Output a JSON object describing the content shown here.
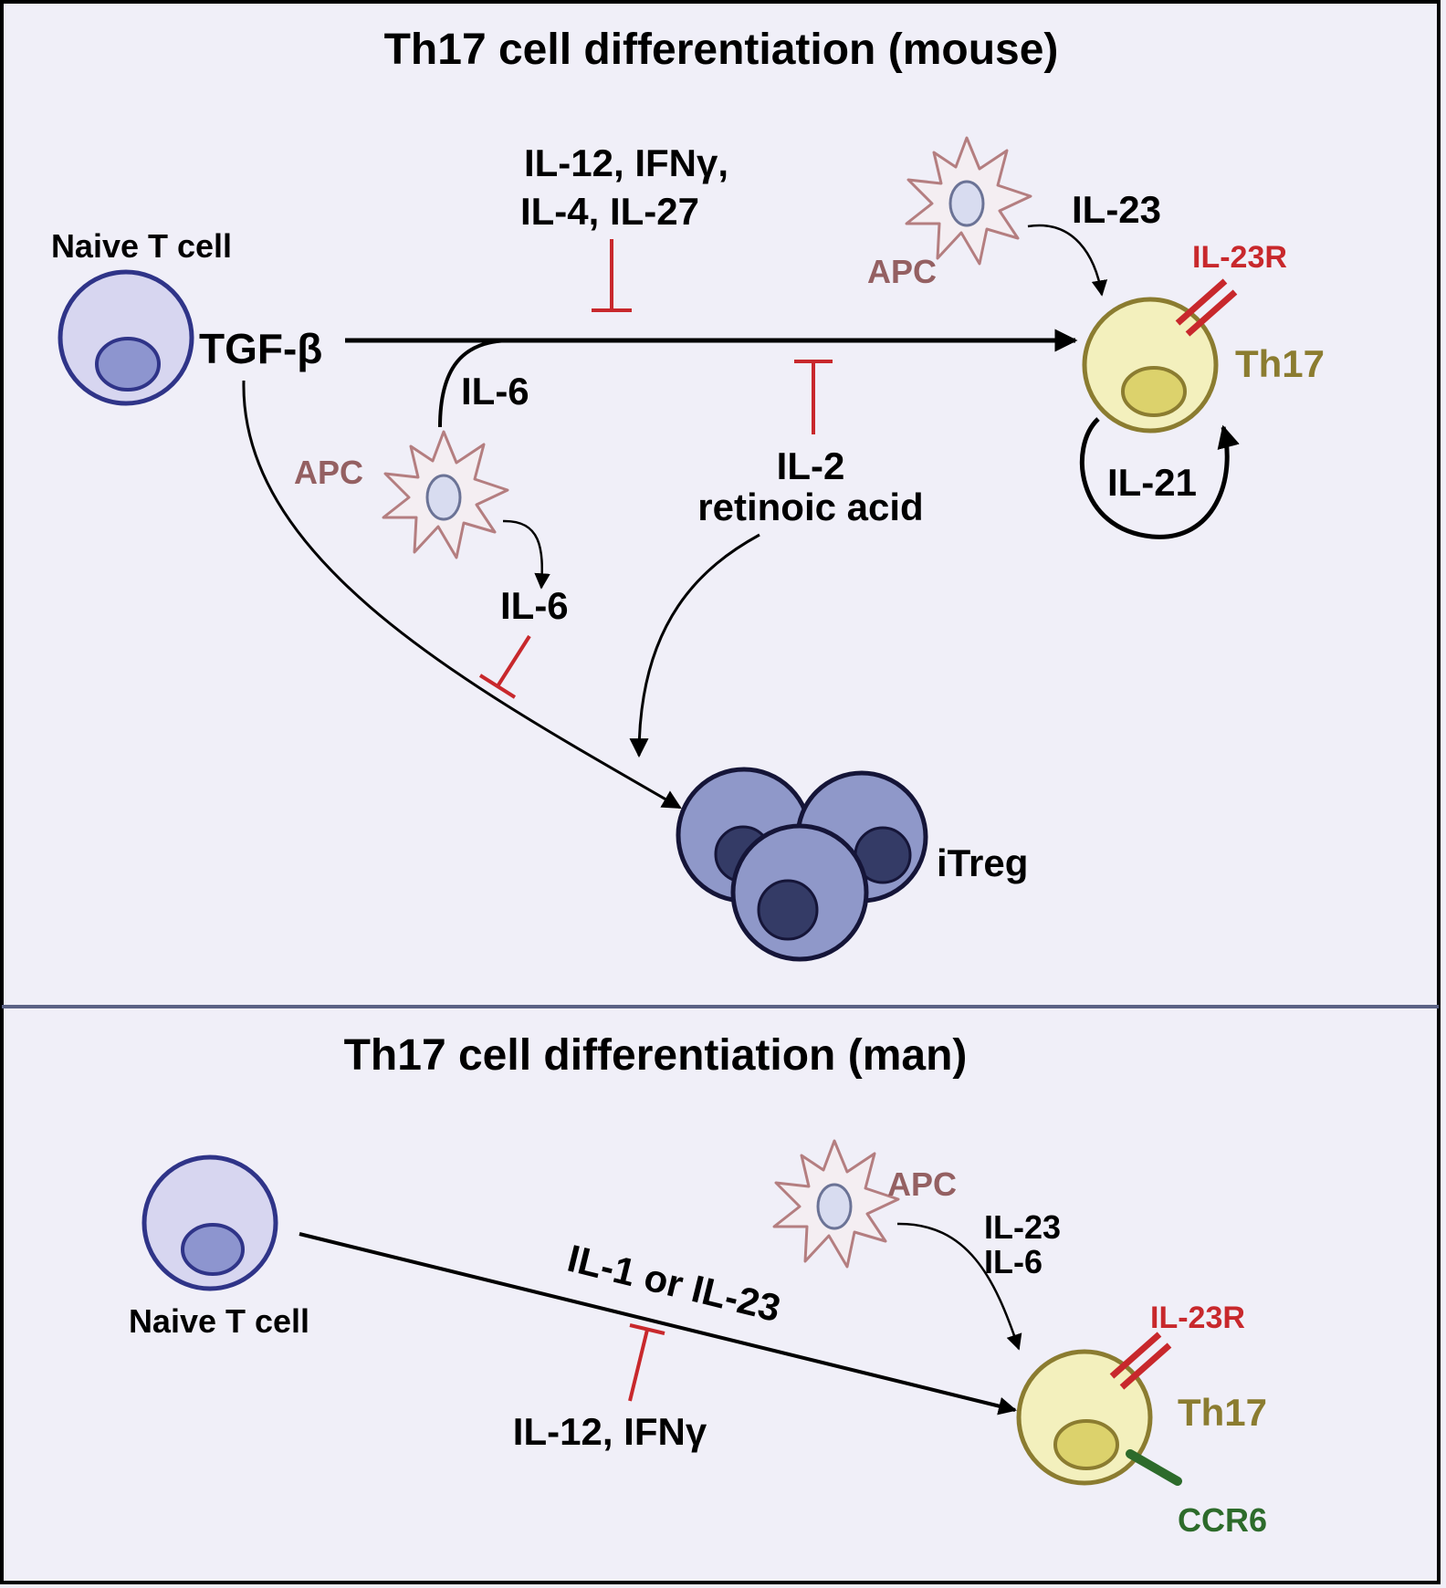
{
  "colors": {
    "panel_bg": "#f0eff8",
    "border": "#000000",
    "divider": "#5b6285",
    "naive_fill": "#d7d6f0",
    "naive_stroke": "#2f3488",
    "naive_nucleus": "#8d95cf",
    "treg_fill": "#8f98c9",
    "treg_stroke": "#151538",
    "treg_nucleus": "#343b66",
    "th17_fill": "#f3f0bd",
    "th17_stroke": "#8b7c30",
    "th17_nucleus": "#dcd26c",
    "th17_text": "#8b7c30",
    "apc_fill": "#f4eef2",
    "apc_stroke": "#b47e80",
    "apc_nucleus_fill": "#d8dcf0",
    "apc_nucleus_stroke": "#6b7396",
    "apc_text": "#946062",
    "inhibit": "#c8282c",
    "receptor": "#c8282c",
    "ccr6": "#2d6b2b",
    "arrow": "#000000"
  },
  "mouse": {
    "title": "Th17 cell differentiation (mouse)",
    "naive_label": "Naive T cell",
    "tgf_label": "TGF-β",
    "inhibitors_line1": "IL-12, IFNγ,",
    "inhibitors_line2": "IL-4, IL-27",
    "il6_top": "IL-6",
    "il6_bottom": "IL-6",
    "apc_left": "APC",
    "apc_right": "APC",
    "il23": "IL-23",
    "il23r": "IL-23R",
    "th17": "Th17",
    "il21": "IL-21",
    "il2_line1": "IL-2",
    "il2_line2": "retinoic acid",
    "itreg": "iTreg"
  },
  "man": {
    "title": "Th17 cell differentiation (man)",
    "naive_label": "Naive T cell",
    "path_label": "IL-1 or IL-23",
    "inhibitors": "IL-12, IFNγ",
    "apc": "APC",
    "cytokine_line1": "IL-23",
    "cytokine_line2": "IL-6",
    "il23r": "IL-23R",
    "th17": "Th17",
    "ccr6": "CCR6"
  }
}
